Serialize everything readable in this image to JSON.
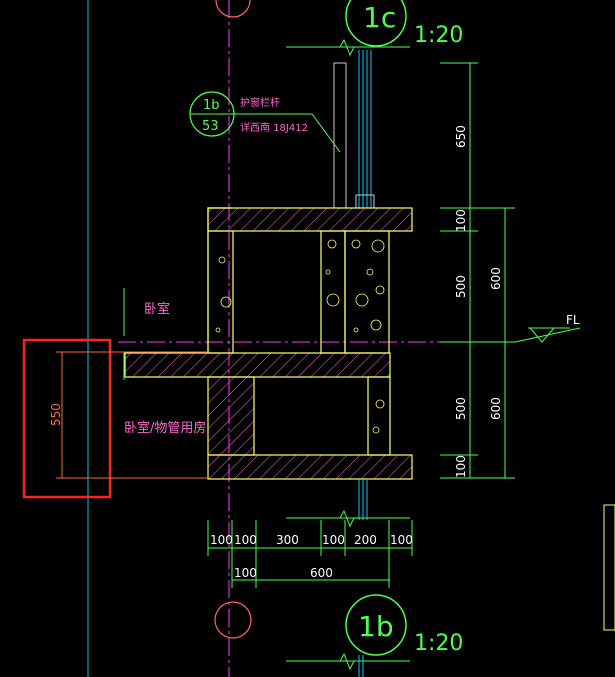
{
  "colors": {
    "background": "#000000",
    "outline": "#ffff66",
    "dimension": "#33ff33",
    "label": "#ff66cc",
    "axis": "#ff33ff",
    "cyan": "#00ffff",
    "highlight": "#ff2020",
    "dim_orange": "#ff6633"
  },
  "detail_top": {
    "id": "1c",
    "scale": "1:20"
  },
  "detail_bottom": {
    "id": "1b",
    "scale": "1:20"
  },
  "callout": {
    "top": "1b",
    "bottom": "53",
    "line1": "护窗栏杆",
    "line2": "详西南  18J412"
  },
  "rooms": {
    "upper": "卧室",
    "lower": "卧室/物管用房"
  },
  "level_mark": "FL",
  "vertical_dims": {
    "right_inner": [
      "650",
      "100",
      "500",
      "500",
      "100"
    ],
    "right_outer": [
      "600",
      "600"
    ]
  },
  "horizontal_dims": {
    "row1": [
      "100",
      "100",
      "300",
      "100",
      "200",
      "100"
    ],
    "row2": [
      "100",
      "600"
    ]
  },
  "highlight_dim": "550"
}
